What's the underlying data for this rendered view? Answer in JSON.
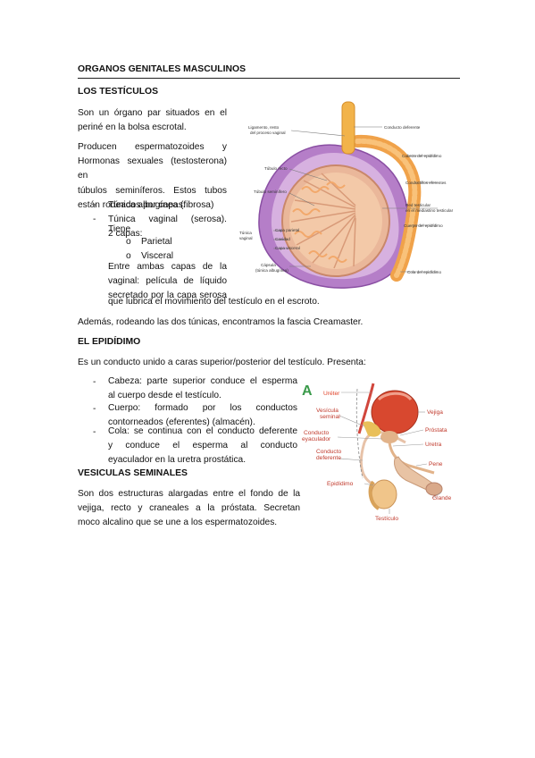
{
  "doc": {
    "title": "ORGANOS GENITALES MASCULINOS",
    "sections": {
      "testiculos": {
        "heading": "LOS TESTÍCULOS",
        "p1_l1": "Son un órgano par situados en el",
        "p1_l2": "periné en la bolsa escrotal.",
        "p2_l1": "Producen espermatozoides y",
        "p2_l2": "Hormonas sexuales (testosterona) en",
        "p2_l3": "túbulos seminíferos. Estos tubos",
        "p2_l4": "están rodeados por capas:",
        "bullet1": "Túnica albugínea (fibrosa)",
        "bullet2_l1": "Túnica vaginal (serosa). Tiene",
        "bullet2_l2": "2 capas:",
        "sub1": "Parietal",
        "sub2": "Visceral",
        "p3_l1": "Entre ambas capas de la",
        "p3_l2": "vaginal: película de líquido",
        "p3_l3": "secretado por la capa serosa",
        "p3_l4": "que lubrica el movimiento del testículo en el escroto.",
        "p4": "Además, rodeando las dos túnicas, encontramos la fascia Creamaster."
      },
      "epididimo": {
        "heading": "EL EPIDÍDIMO",
        "intro": "Es un conducto unido a caras superior/posterior del testículo. Presenta:",
        "b1_l1": "Cabeza: parte superior conduce el esperma",
        "b1_l2": "al cuerpo desde el testículo.",
        "b2_l1": "Cuerpo: formado por los conductos",
        "b2_l2": "contorneados (eferentes) (almacén).",
        "b3_l1": "Cola: se continua con el conducto deferente",
        "b3_l2": "y conduce el esperma al conducto",
        "b3_l3": "eyaculador en la uretra prostática."
      },
      "vesiculas": {
        "heading": "VESICULAS SEMINALES",
        "l1": "Son dos estructuras alargadas entre el fondo de la",
        "l2": "vejiga, recto y craneales a la próstata. Secretan",
        "l3": "moco alcalino que se une a los espermatozoides."
      }
    },
    "bullet_dash": "-",
    "bullet_o": "o"
  },
  "figure1": {
    "labels": {
      "ligamento_l1": "Ligamento, resto",
      "ligamento_l2": "del proceso vaginal",
      "conducto_deferente": "Conducto deferente",
      "cabeza": "Cabeza del epidídimo",
      "tubulo_recto": "Túbulo recto",
      "conductillos": "Conductillos eferentes",
      "tubulo_seminifero": "Túbulo seminífero",
      "red_l1": "Red testicular",
      "red_l2": "en el mediastino testicular",
      "tunica_l1": "Túnica",
      "tunica_l2": "vaginal",
      "capa_parietal": "Capa parietal",
      "cavidad": "Cavidad",
      "capa_visceral": "Capa visceral",
      "cuerpo": "Cuerpo del epidídimo",
      "capsula_l1": "Cápsula",
      "capsula_l2": "(túnica albugínea)",
      "cola": "Cola del epidídimo"
    }
  },
  "figure2": {
    "letter": "A",
    "labels": {
      "ureter": "Uréter",
      "vesicula_l1": "Vesícula",
      "vesicula_l2": "seminal",
      "vejiga": "Vejiga",
      "prostata": "Próstata",
      "conducto_eyac_l1": "Conducto",
      "conducto_eyac_l2": "eyaculador",
      "uretra": "Uretra",
      "conducto_def_l1": "Conducto",
      "conducto_def_l2": "deferente",
      "pene": "Pene",
      "epididimo": "Epidídimo",
      "glande": "Glande",
      "testiculo": "Testículo"
    }
  }
}
